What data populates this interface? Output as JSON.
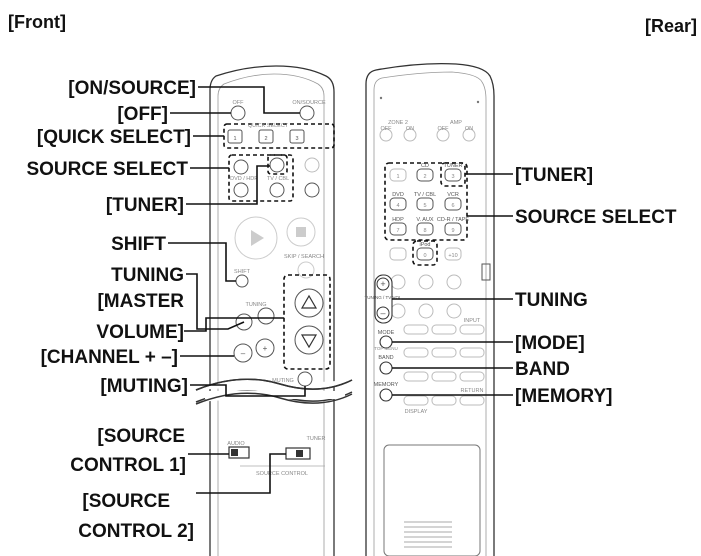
{
  "headings": {
    "front": "[Front]",
    "rear": "[Rear]"
  },
  "front_labels": {
    "on_source": "[ON/SOURCE]",
    "off": "[OFF]",
    "quick_select": "[QUICK SELECT]",
    "source_select": "SOURCE SELECT",
    "tuner": "[TUNER]",
    "shift": "SHIFT",
    "tuning": "TUNING",
    "master_volume_line1": "[MASTER",
    "master_volume_line2": "VOLUME]",
    "channel": "[CHANNEL + –]",
    "muting": "[MUTING]",
    "source_control1_line1": "[SOURCE",
    "source_control1_line2": "CONTROL 1]",
    "source_control2_line1": "[SOURCE",
    "source_control2_line2": "CONTROL 2]"
  },
  "rear_labels": {
    "tuner": "[TUNER]",
    "source_select": "SOURCE SELECT",
    "tuning": "TUNING",
    "mode": "[MODE]",
    "band": "BAND",
    "memory": "[MEMORY]"
  },
  "front_remote_text": {
    "off": "OFF",
    "on_source": "ON/SOURCE",
    "quick_select": "QUICK SELECT",
    "q1": "1",
    "q2": "2",
    "q3": "3",
    "dvd_hdp": "DVD / HDP",
    "tv_cbl": "TV / CBL",
    "shift": "SHIFT",
    "tuning": "TUNING",
    "skip": "SKIP / SEARCH",
    "muting": "MUTING",
    "audio": "AUDIO",
    "tuner": "TUNER",
    "source_control": "SOURCE CONTROL"
  },
  "rear_remote_text": {
    "zone2": "ZONE 2",
    "amp": "AMP",
    "off": "OFF",
    "on": "ON",
    "cd": "CD",
    "tuner": "TUNER",
    "dvd": "DVD",
    "tv_cbl": "TV / CBL",
    "vcr": "VCR",
    "hdp": "HDP",
    "v_aux": "V. AUX",
    "cdr_tape": "CD-R / TAPE",
    "ipod": "iPod",
    "k1": "1",
    "k2": "2",
    "k3": "3",
    "k4": "4",
    "k5": "5",
    "k6": "6",
    "k7": "7",
    "k8": "8",
    "k9": "9",
    "k0": "0",
    "plus10": "+10",
    "tuning_tvvol": "TUNING / TV VOL",
    "mode": "MODE",
    "band": "BAND",
    "memory": "MEMORY",
    "top_menu": "TOP MENU",
    "input": "INPUT",
    "return": "RETURN",
    "display": "DISPLAY",
    "plus": "+",
    "minus": "–"
  }
}
